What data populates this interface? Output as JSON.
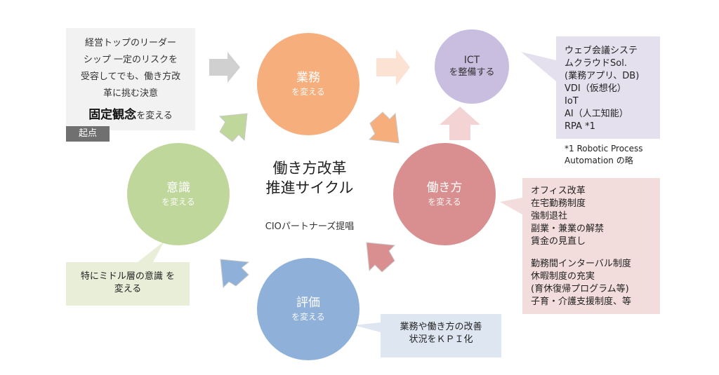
{
  "start_note": {
    "lines": [
      "経営トップのリーダー",
      "シップ 一定のリスクを",
      "受容してでも、働き方改",
      "革に挑む決意"
    ],
    "emphasis": "固定観念",
    "emphasis_suffix": "を変える",
    "badge": "起点"
  },
  "center": {
    "title_line1": "働き方改革",
    "title_line2": "推進サイクル",
    "sub": "CIOパートナーズ提唱"
  },
  "nodes": {
    "gyomu": {
      "title": "業務",
      "sub": "を変える"
    },
    "ict": {
      "title": "ICT",
      "sub": "を整備する"
    },
    "hatarakikata": {
      "title": "働き方",
      "sub": "を変える"
    },
    "hyoka": {
      "title": "評価",
      "sub": "を変える"
    },
    "ishiki": {
      "title": "意識",
      "sub": "を変える"
    }
  },
  "ict_callout": {
    "lines": [
      "ウェブ会議システ",
      "ムクラウドSol.",
      "(業務アプリ、DB)",
      "VDI（仮想化）",
      "IoT",
      "AI（人工知能）",
      "RPA *1"
    ]
  },
  "footnote": {
    "line1": "*1 Robotic Process",
    "line2": "Automation の略"
  },
  "work_callout": {
    "group1": [
      "オフィス改革",
      "在宅勤務制度",
      "強制退社",
      "副業・兼業の解禁",
      "賃金の見直し"
    ],
    "group2": [
      "勤務間インターバル制度",
      "休暇制度の充実",
      "(育休復帰プログラム等)",
      "子育・介護支援制度、等"
    ]
  },
  "kpi_callout": {
    "line1": "業務や働き方の改善",
    "line2": "状況をＫＰＩ化"
  },
  "ishiki_callout": {
    "line1": "特にミドル層の意識 を",
    "line2": "変える"
  },
  "colors": {
    "gyomu": "#f6ae7d",
    "ict": "#c9bedf",
    "hatarakikata": "#d98f8f",
    "hyoka": "#8fb0d8",
    "ishiki": "#c0d79b",
    "ict_box": "#e5e0ee",
    "work_box": "#f3dcdc",
    "kpi_box": "#dde6f1",
    "ishiki_box": "#e8eed8",
    "note_box": "#f2f2f2"
  }
}
